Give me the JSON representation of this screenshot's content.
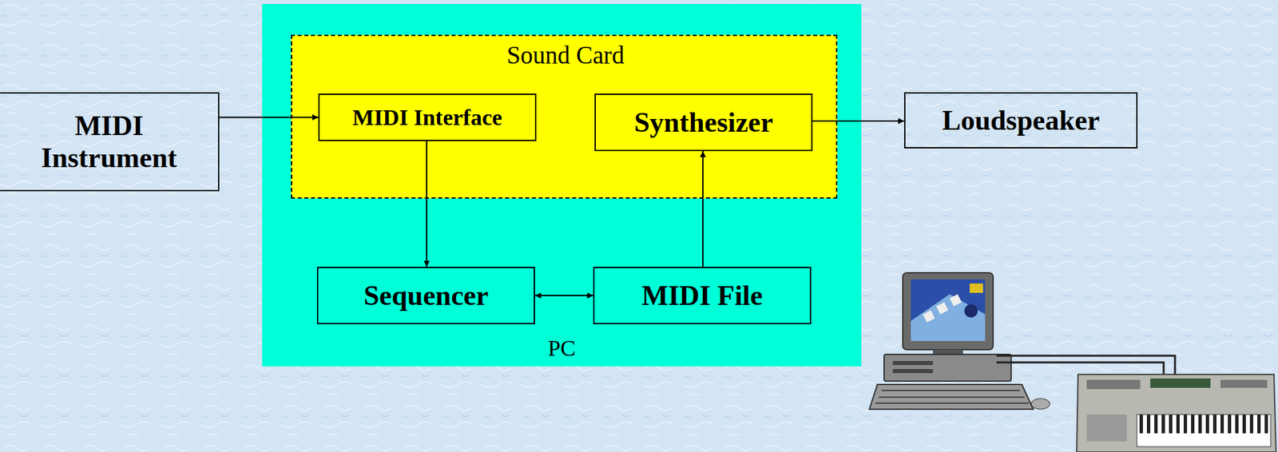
{
  "diagram": {
    "nodes": [
      {
        "text": [
          "MIDI Instrument"
        ]
      },
      {
        "text": [
          "PC"
        ]
      },
      {
        "text": [
          "Sound Card"
        ],
        "in": 1
      },
      {
        "text": [
          "MIDI Interface"
        ],
        "in": 2
      },
      {
        "text": [
          "Synthesizer"
        ],
        "in": 2
      },
      {
        "text": [
          "Sequencer"
        ],
        "in": 1
      },
      {
        "text": [
          "MIDI File"
        ],
        "in": 1
      },
      {
        "text": [
          "Loudspeaker"
        ]
      }
    ],
    "edges": [
      {
        "from": 0,
        "to": 3,
        "arrow": "to"
      },
      {
        "from": 3,
        "to": 5,
        "arrow": "to"
      },
      {
        "from": 5,
        "to": 6,
        "arrow": "both"
      },
      {
        "from": 6,
        "to": 4,
        "arrow": "to"
      },
      {
        "from": 4,
        "to": 7,
        "arrow": "to"
      }
    ]
  }
}
